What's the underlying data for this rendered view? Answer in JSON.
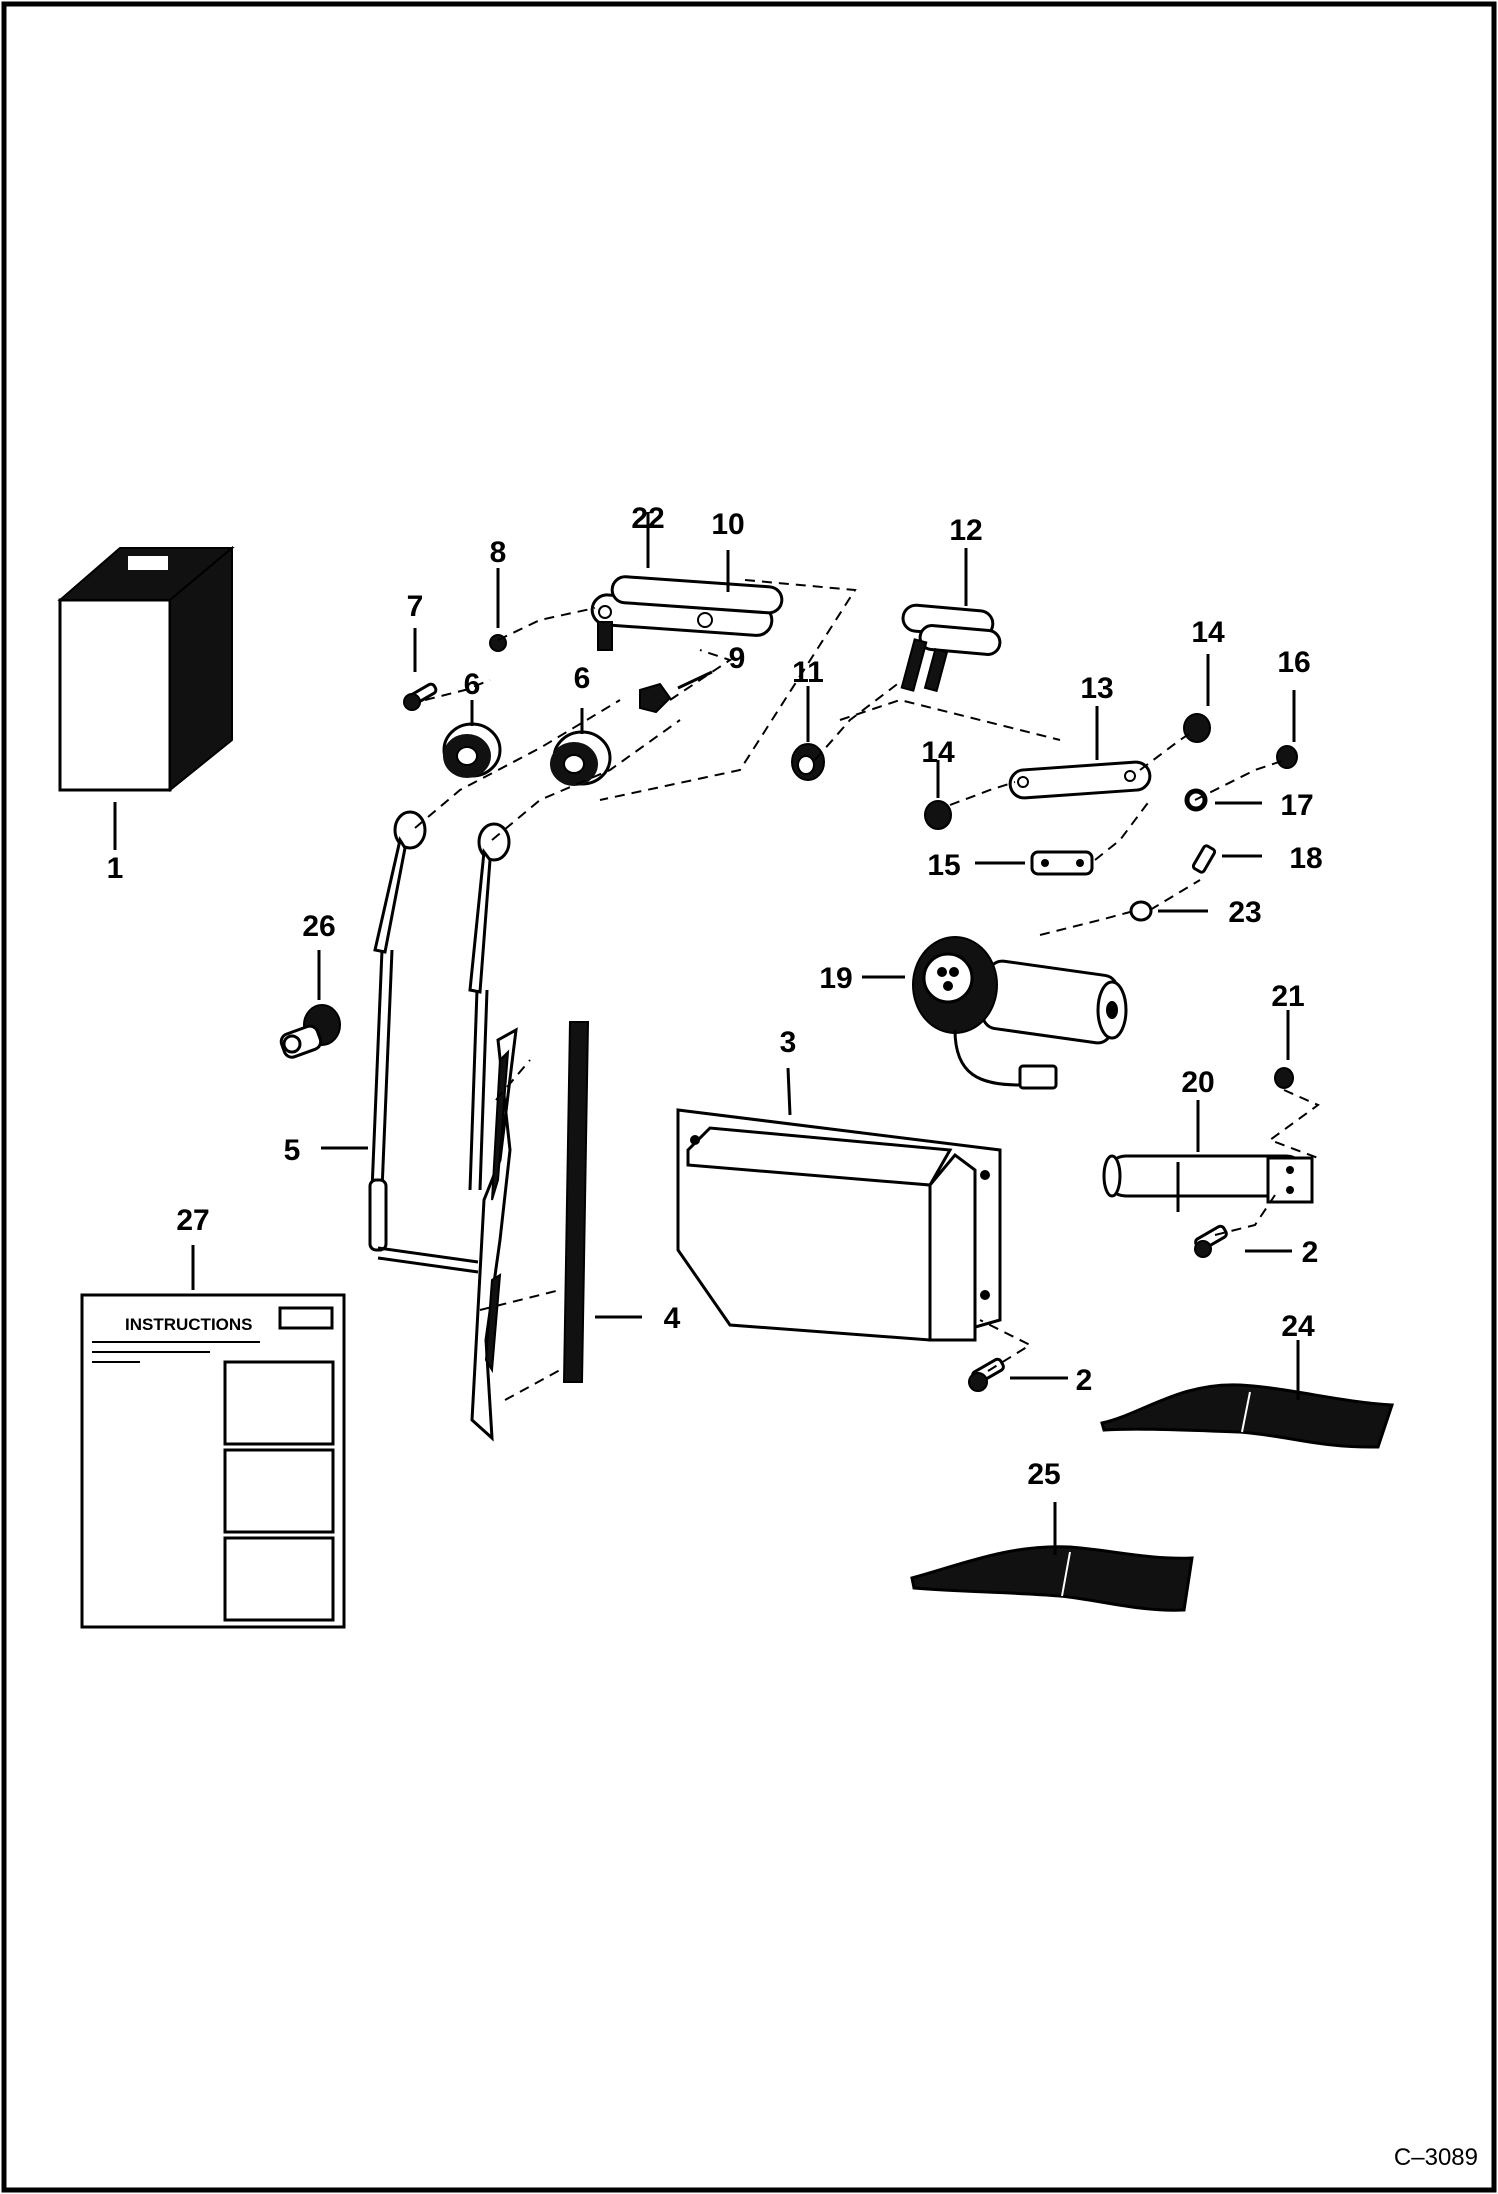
{
  "drawing_code": "C–3089",
  "callouts": {
    "c1": "1",
    "c2a": "2",
    "c2b": "2",
    "c3": "3",
    "c4": "4",
    "c5": "5",
    "c6a": "6",
    "c6b": "6",
    "c7": "7",
    "c8": "8",
    "c9": "9",
    "c10": "10",
    "c11": "11",
    "c12": "12",
    "c13": "13",
    "c14a": "14",
    "c14b": "14",
    "c15": "15",
    "c16": "16",
    "c17": "17",
    "c18": "18",
    "c19": "19",
    "c20": "20",
    "c21": "21",
    "c22": "22",
    "c23": "23",
    "c24": "24",
    "c25": "25",
    "c26": "26",
    "c27": "27"
  },
  "instruction_sheet": {
    "heading": "INSTRUCTIONS"
  },
  "colors": {
    "ink": "#000000",
    "paper": "#ffffff"
  }
}
